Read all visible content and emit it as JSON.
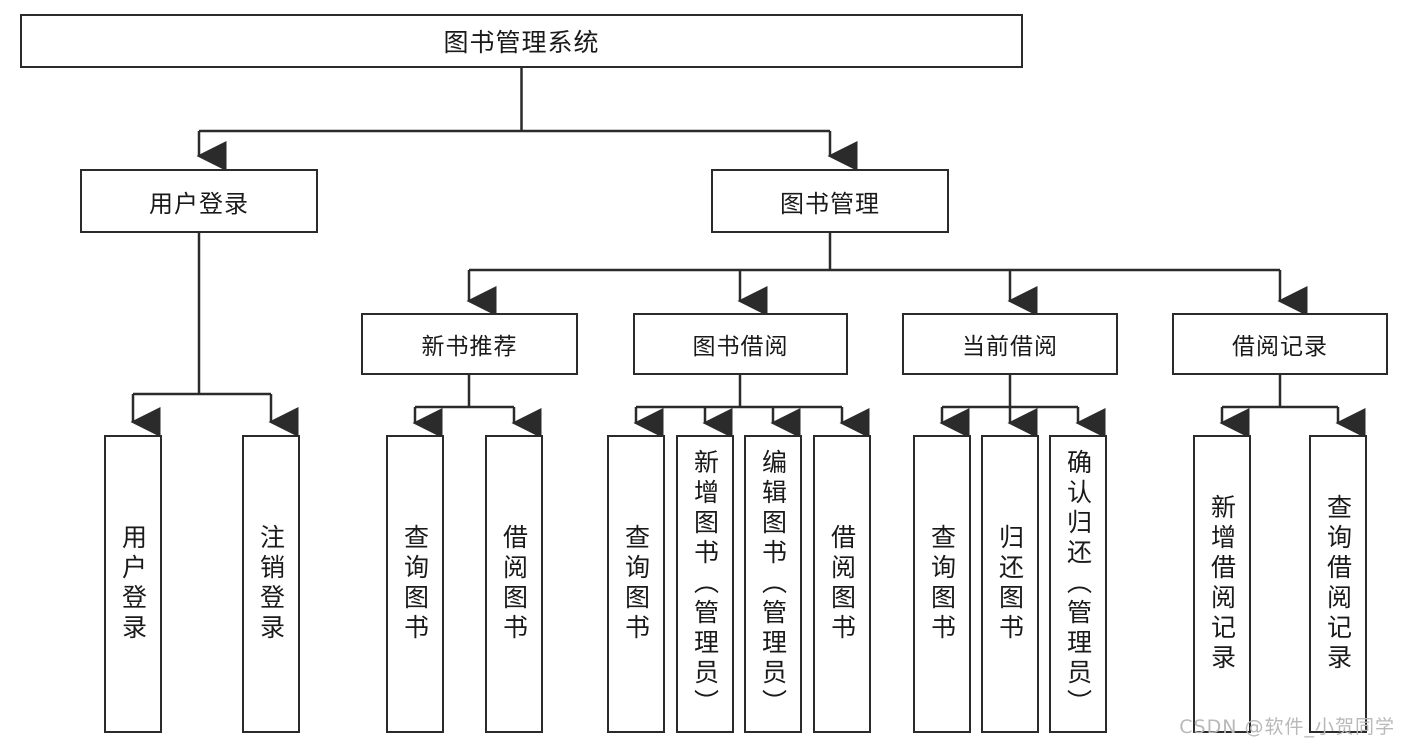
{
  "diagram": {
    "title_text": "图书管理系统",
    "type": "tree-hierarchy-diagram",
    "line_color": "#2b2b2b",
    "background_color": "#ffffff",
    "text_color": "#1a1a1a"
  },
  "nodes": {
    "root": {
      "label": "图书管理系统"
    },
    "level2": [
      {
        "id": "user-login",
        "label": "用户登录"
      },
      {
        "id": "book-management",
        "label": "图书管理"
      }
    ],
    "level3": [
      {
        "id": "new-book-recommend",
        "label": "新书推荐"
      },
      {
        "id": "book-borrow",
        "label": "图书借阅"
      },
      {
        "id": "current-borrow",
        "label": "当前借阅"
      },
      {
        "id": "borrow-record",
        "label": "借阅记录"
      }
    ],
    "leaves": [
      {
        "id": "leaf-user-login",
        "label": "用户登录",
        "parent": "user-login"
      },
      {
        "id": "leaf-logout",
        "label": "注销登录",
        "parent": "user-login"
      },
      {
        "id": "leaf-query-book-1",
        "label": "查询图书",
        "parent": "new-book-recommend"
      },
      {
        "id": "leaf-borrow-book-1",
        "label": "借阅图书",
        "parent": "new-book-recommend"
      },
      {
        "id": "leaf-query-book-2",
        "label": "查询图书",
        "parent": "book-borrow"
      },
      {
        "id": "leaf-add-book",
        "label": "新增图书（管理员）",
        "parent": "book-borrow"
      },
      {
        "id": "leaf-edit-book",
        "label": "编辑图书（管理员）",
        "parent": "book-borrow"
      },
      {
        "id": "leaf-borrow-book-2",
        "label": "借阅图书",
        "parent": "book-borrow"
      },
      {
        "id": "leaf-query-book-3",
        "label": "查询图书",
        "parent": "current-borrow"
      },
      {
        "id": "leaf-return-book",
        "label": "归还图书",
        "parent": "current-borrow"
      },
      {
        "id": "leaf-confirm-return",
        "label": "确认归还（管理员）",
        "parent": "current-borrow"
      },
      {
        "id": "leaf-add-record",
        "label": "新增借阅记录",
        "parent": "borrow-record"
      },
      {
        "id": "leaf-query-record",
        "label": "查询借阅记录",
        "parent": "borrow-record"
      }
    ]
  },
  "watermark": {
    "text": "CSDN @软件_小贺同学"
  }
}
